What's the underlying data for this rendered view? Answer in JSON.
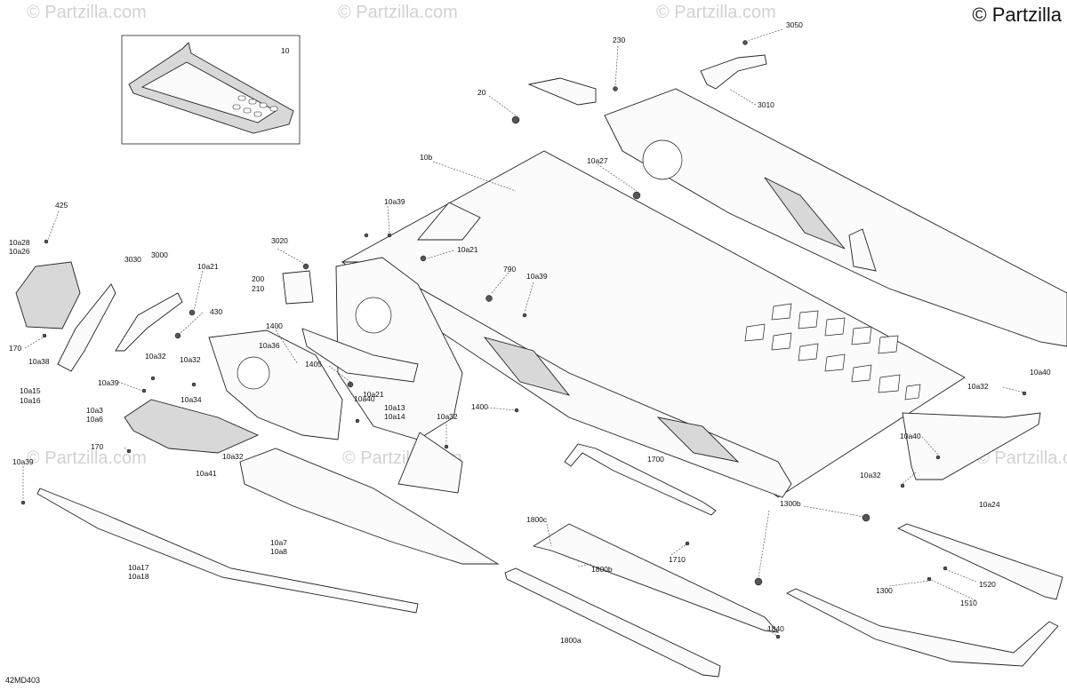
{
  "copyright": "© Partzilla",
  "watermark": "© Partzilla.com",
  "diagram_code": "42MD403",
  "callouts": {
    "c10": "10",
    "c10b": "10b",
    "c20": "20",
    "c230": "230",
    "c3050": "3050",
    "c3010": "3010",
    "c10a27": "10a27",
    "c10a39a": "10a39",
    "c10a21a": "10a21",
    "c3020": "3020",
    "c200": "200",
    "c210": "210",
    "c790": "790",
    "c10a39b": "10a39",
    "c425": "425",
    "c10a28": "10a28",
    "c10a26": "10a26",
    "c3030": "3030",
    "c3000": "3000",
    "c10a21b": "10a21",
    "c430": "430",
    "c170a": "170",
    "c10a38": "10a38",
    "c10a15": "10a15",
    "c10a16": "10a16",
    "c1400a": "1400",
    "c10a36": "10a36",
    "c1405": "1405",
    "c10a21c": "10a21",
    "c10a32a": "10a32",
    "c10a32b": "10a32",
    "c10a39c": "10a39",
    "c10a3": "10a3",
    "c10a6": "10a6",
    "c10a34": "10a34",
    "c10a40a": "10a40",
    "c10a13": "10a13",
    "c10a14": "10a14",
    "c1400b": "1400",
    "c10a32c": "10a32",
    "c170b": "170",
    "c10a32d": "10a32",
    "c10a41": "10a41",
    "c10a39d": "10a39",
    "c10a7": "10a7",
    "c10a8": "10a8",
    "c10a17": "10a17",
    "c10a18": "10a18",
    "c1700": "1700",
    "c10a40b": "10a40",
    "c10a32e": "10a32",
    "c10a40c": "10a40",
    "c10a32f": "10a32",
    "c10a24": "10a24",
    "c1300b": "1300b",
    "c1800c": "1800c",
    "c1800b": "1800b",
    "c1710": "1710",
    "c1300": "1300",
    "c1520": "1520",
    "c1510": "1510",
    "c1800a": "1800a",
    "c1840": "1840"
  }
}
